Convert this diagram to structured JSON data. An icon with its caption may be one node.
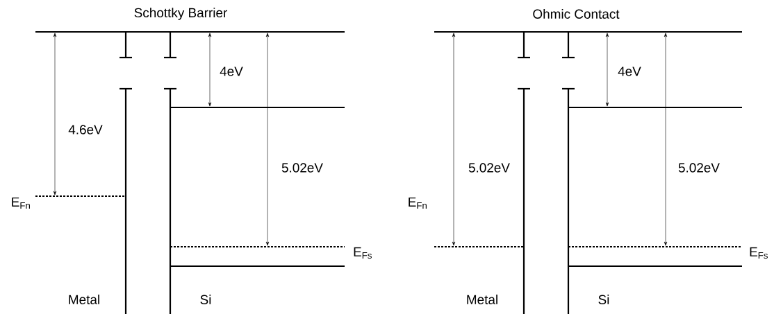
{
  "diagram": {
    "labels": [
      "Schottky Barrier",
      "Ohmic Contact",
      "4eV",
      "4eV",
      "4.6eV",
      "5.02eV",
      "5.02eV",
      "5.02eV",
      "E$_{Fn}$",
      "E$_{Fn}$",
      "E$_{Fs}$",
      "E$_{Fs}$",
      "Metal",
      "Si",
      "Metal",
      "Si"
    ]
  }
}
